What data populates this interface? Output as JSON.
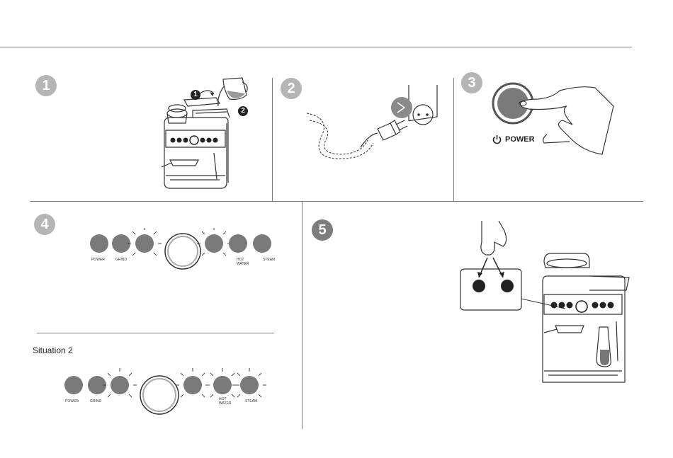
{
  "steps": [
    {
      "number": "1"
    },
    {
      "number": "2"
    },
    {
      "number": "3"
    },
    {
      "number": "4"
    },
    {
      "number": "5"
    }
  ],
  "panel3": {
    "power_label": "POWER"
  },
  "panel4": {
    "buttons": [
      "POWER",
      "GRIND",
      "HOT WATER",
      "STEAM"
    ],
    "situation_label": "Situation 2"
  },
  "markers": {
    "one": "1",
    "two": "2"
  },
  "colors": {
    "badge_light": "#b5b5b5",
    "badge_dark": "#7d7d7d",
    "button_fill": "#7a7a7a",
    "line": "#7a7a7a"
  }
}
